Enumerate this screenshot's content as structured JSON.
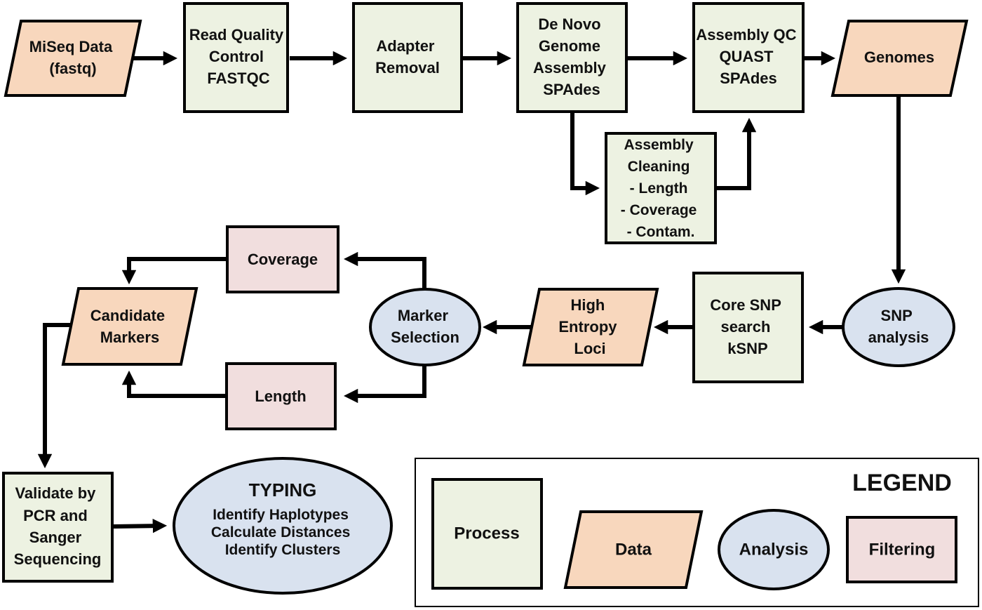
{
  "nodes": {
    "miseq": {
      "lines": [
        "MiSeq Data",
        "(fastq)"
      ]
    },
    "rqc": {
      "lines": [
        "Read Quality",
        "Control",
        "FASTQC"
      ]
    },
    "adapter": {
      "lines": [
        "Adapter",
        "Removal"
      ]
    },
    "denovo": {
      "lines": [
        "De Novo",
        "Genome",
        "Assembly",
        "SPAdes"
      ]
    },
    "aqc": {
      "lines": [
        "Assembly QC",
        "QUAST",
        "SPAdes"
      ]
    },
    "genomes": {
      "lines": [
        "Genomes"
      ]
    },
    "cleaning": {
      "lines": [
        "Assembly",
        "Cleaning",
        "- Length",
        "- Coverage",
        "- Contam."
      ]
    },
    "snp": {
      "lines": [
        "SNP",
        "analysis"
      ]
    },
    "coresnp": {
      "lines": [
        "Core SNP",
        "search",
        "kSNP"
      ]
    },
    "entropy": {
      "lines": [
        "High",
        "Entropy",
        "Loci"
      ]
    },
    "marker": {
      "lines": [
        "Marker",
        "Selection"
      ]
    },
    "coverage": {
      "lines": [
        "Coverage"
      ]
    },
    "length": {
      "lines": [
        "Length"
      ]
    },
    "candidate": {
      "lines": [
        "Candidate",
        "Markers"
      ]
    },
    "validate": {
      "lines": [
        "Validate by",
        "PCR and",
        "Sanger",
        "Sequencing"
      ]
    },
    "typing": {
      "title": "TYPING",
      "lines": [
        "Identify Haplotypes",
        "Calculate Distances",
        "Identify Clusters"
      ]
    }
  },
  "legend": {
    "title": "LEGEND",
    "process": "Process",
    "data": "Data",
    "analysis": "Analysis",
    "filtering": "Filtering"
  },
  "colors": {
    "process": "#edf2e2",
    "data": "#f8d7bd",
    "analysis": "#d9e2ef",
    "filtering": "#f1dede"
  }
}
